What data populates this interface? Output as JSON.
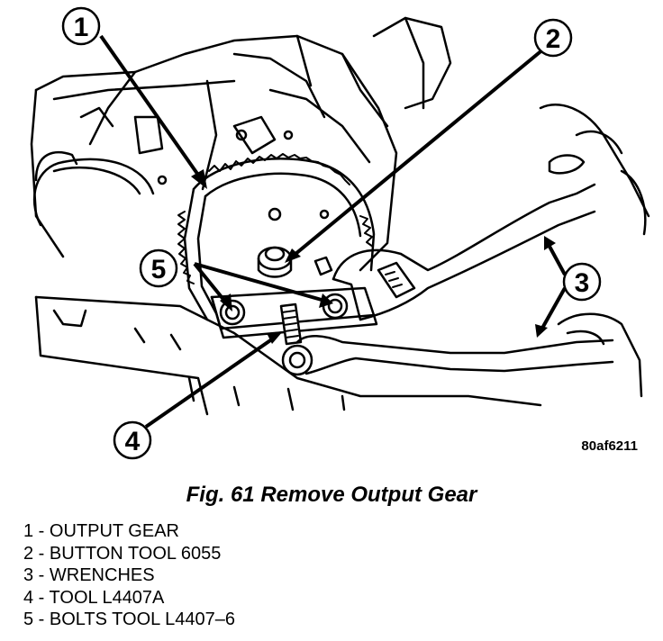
{
  "figure": {
    "drawing_code": "80af6211",
    "callouts": [
      "1",
      "2",
      "3",
      "4",
      "5"
    ]
  },
  "caption": "Fig. 61 Remove Output Gear",
  "legend": [
    "1 - OUTPUT GEAR",
    "2 - BUTTON TOOL 6055",
    "3 - WRENCHES",
    "4 - TOOL L4407A",
    "5 - BOLTS TOOL L4407–6"
  ]
}
